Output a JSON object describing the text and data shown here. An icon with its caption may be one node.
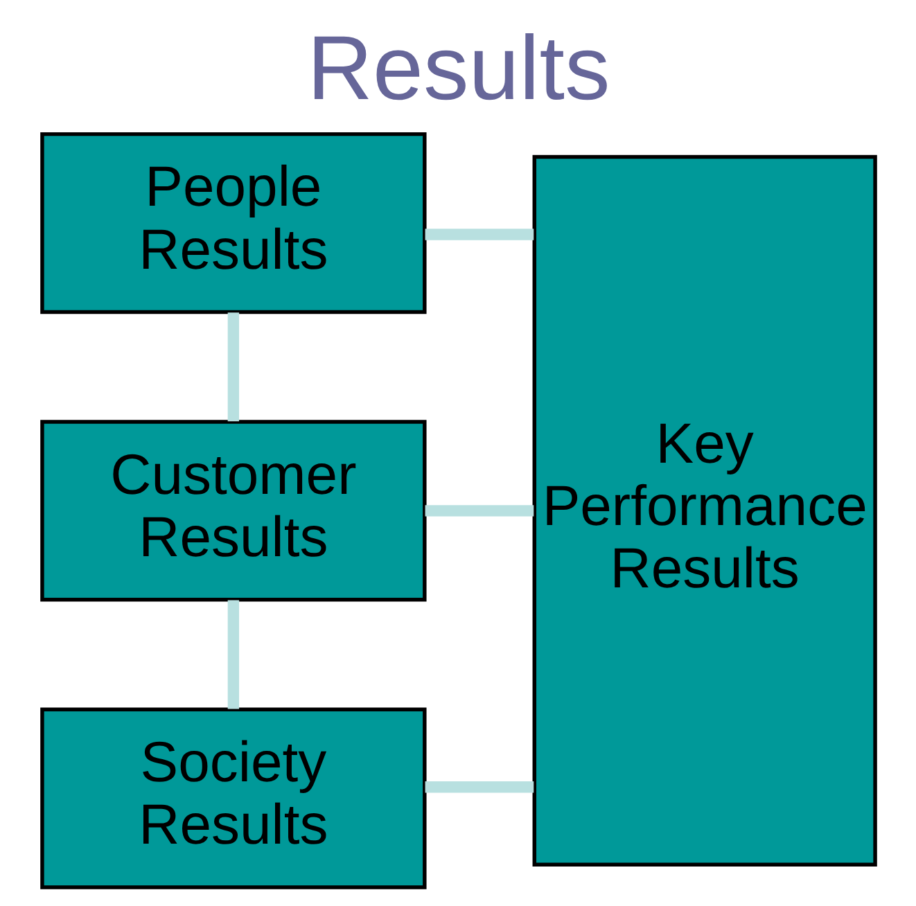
{
  "diagram": {
    "title": "Results",
    "nodes": [
      {
        "text": [
          "People Results"
        ]
      },
      {
        "text": [
          "Customer Results"
        ]
      },
      {
        "text": [
          "Society Results"
        ]
      },
      {
        "text": [
          "Key Performance Results"
        ]
      }
    ],
    "edges": [
      {
        "from": 0,
        "to": 3,
        "arrow": "none"
      },
      {
        "from": 0,
        "to": 1,
        "arrow": "none"
      },
      {
        "from": 1,
        "to": 3,
        "arrow": "none"
      },
      {
        "from": 1,
        "to": 2,
        "arrow": "none"
      },
      {
        "from": 2,
        "to": 3,
        "arrow": "none"
      }
    ]
  }
}
